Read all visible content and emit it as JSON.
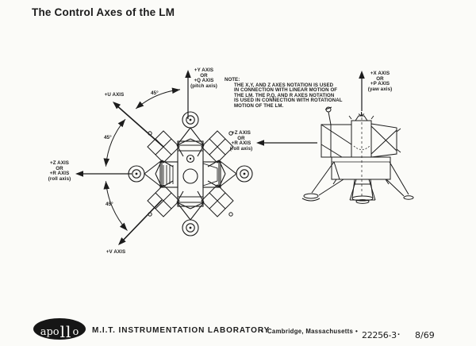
{
  "page": {
    "title": "The Control Axes of the LM"
  },
  "note": {
    "heading": "NOTE:",
    "lines": [
      "THE X,Y, AND Z AXES NOTATION IS USED",
      "IN CONNECTION WITH LINEAR MOTION OF",
      "THE LM.  THE P,Q, AND R AXES NOTATION",
      "IS USED IN CONNECTION WITH ROTATIONAL",
      "MOTION OF THE LM."
    ]
  },
  "left_diagram": {
    "description": "LM top view with control axes and 45-degree arc",
    "y_axis_label": [
      "+Y AXIS",
      "OR",
      "+Q AXIS",
      "(pitch axis)"
    ],
    "u_axis_label": "+U AXIS",
    "z_axis_label": [
      "+Z AXIS",
      "OR",
      "+R AXIS",
      "(roll axis)"
    ],
    "v_axis_label": "+V AXIS",
    "angle_labels": [
      "45°",
      "45°",
      "45°"
    ]
  },
  "right_diagram": {
    "description": "LM side view with control axes",
    "x_axis_label": [
      "+X AXIS",
      "OR",
      "+P AXIS",
      "(yaw axis)"
    ],
    "z_axis_label": [
      "+Z AXIS",
      "OR",
      "+R AXIS",
      "(roll axis)"
    ]
  },
  "footer": {
    "logo": {
      "part1": "apo",
      "part2": "ll",
      "part3": "o"
    },
    "lab_name": "M.I.T. INSTRUMENTATION LABORATORY",
    "separator1": "•",
    "location": "Cambridge, Massachusetts",
    "separator2": "•",
    "doc_number": "22256-3",
    "dot": ".",
    "date": "8/69"
  },
  "colors": {
    "ink": "#1c1c1c",
    "paper": "#fbfbf8",
    "logo_fill": "#161616"
  }
}
